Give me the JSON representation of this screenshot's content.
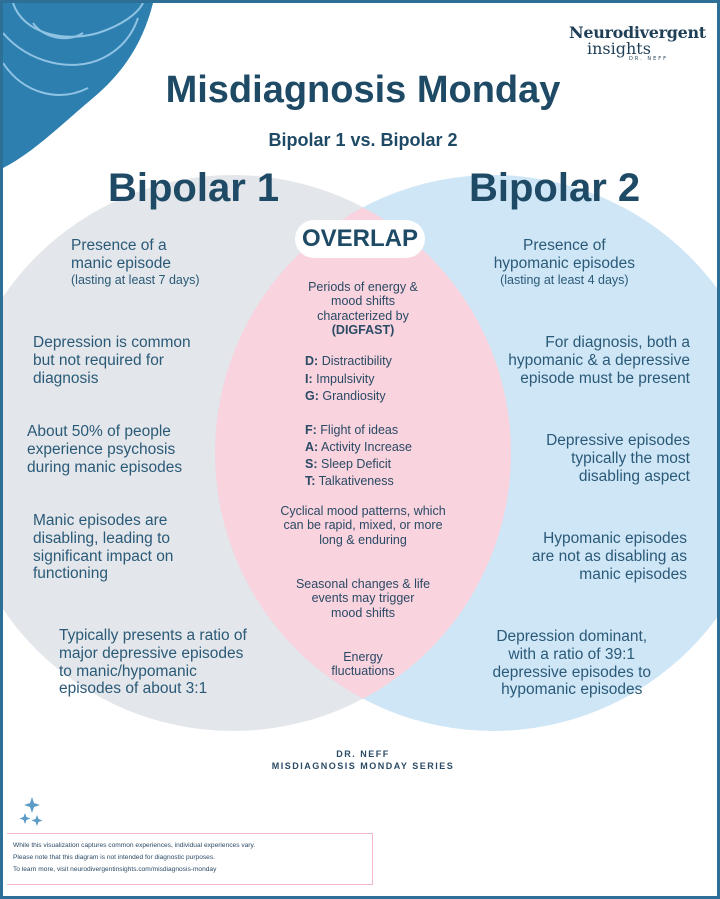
{
  "logo": {
    "line1": "Neurodivergent",
    "line2": "insights",
    "line3": "DR. NEFF"
  },
  "title": "Misdiagnosis Monday",
  "subtitle": "Bipolar 1 vs. Bipolar 2",
  "bipolar1": {
    "heading": "Bipolar 1",
    "items": [
      {
        "main": "Presence of a\nmanic episode",
        "sub": "(lasting at least 7 days)"
      },
      {
        "main": "Depression is common\nbut not required for\ndiagnosis"
      },
      {
        "main": "About 50% of people\nexperience psychosis\nduring manic episodes"
      },
      {
        "main": "Manic episodes are\ndisabling, leading to\nsignificant impact on\nfunctioning"
      },
      {
        "main": "Typically presents a ratio of\nmajor depressive episodes\nto manic/hypomanic\nepisodes of about 3:1"
      }
    ]
  },
  "overlap": {
    "label": "OVERLAP",
    "intro": "Periods of energy &\nmood shifts\ncharacterized by",
    "intro_bold": "(DIGFAST)",
    "digfast": [
      {
        "letter": "D:",
        "text": "Distractibility"
      },
      {
        "letter": "I:",
        "text": "Impulsivity"
      },
      {
        "letter": "G:",
        "text": "Grandiosity"
      },
      {
        "letter": "F:",
        "text": "Flight of ideas"
      },
      {
        "letter": "A:",
        "text": "Activity Increase"
      },
      {
        "letter": "S:",
        "text": "Sleep Deficit"
      },
      {
        "letter": "T:",
        "text": "Talkativeness"
      }
    ],
    "items": [
      "Cyclical mood patterns, which\ncan be rapid, mixed, or more\nlong & enduring",
      "Seasonal changes & life\nevents may trigger\nmood shifts",
      "Energy\nfluctuations"
    ]
  },
  "bipolar2": {
    "heading": "Bipolar 2",
    "items": [
      {
        "main": "Presence of\nhypomanic episodes",
        "sub": "(lasting at least 4 days)"
      },
      {
        "main": "For diagnosis, both a\nhypomanic & a depressive\nepisode must be present"
      },
      {
        "main": "Depressive episodes\ntypically the most\ndisabling aspect"
      },
      {
        "main": "Hypomanic episodes\nare not as disabling as\nmanic episodes"
      },
      {
        "main": "Depression dominant,\nwith a ratio of 39:1\ndepressive episodes to\nhypomanic episodes"
      }
    ]
  },
  "credit": {
    "line1": "DR. NEFF",
    "line2": "MISDIAGNOSIS MONDAY SERIES"
  },
  "disclaimer": [
    "While this visualization captures common experiences, individual experiences vary.",
    "Please note that this diagram is not intended for diagnostic purposes.",
    "To learn more, visit neurodivergentinsights.com/misdiagnosis-monday"
  ],
  "colors": {
    "left_circle": "#e3e6ea",
    "right_circle": "#cfe6f7",
    "overlap": "#f9d3dd",
    "text": "#1f4a66",
    "accent": "#2d6f96"
  }
}
